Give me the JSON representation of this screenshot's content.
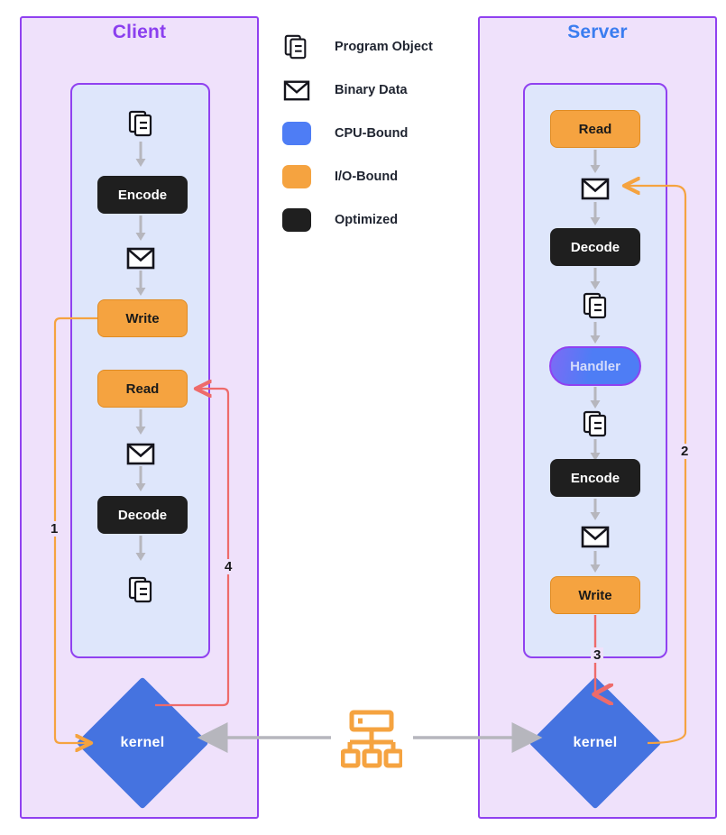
{
  "lanes": {
    "client": {
      "title": "Client",
      "title_color": "#8B3FEF",
      "kernel_label": "kernel",
      "nodes": [
        {
          "id": "c-obj-in",
          "kind": "icon",
          "icon": "program-object-icon",
          "label": ""
        },
        {
          "id": "c-encode",
          "kind": "dark",
          "label": "Encode"
        },
        {
          "id": "c-bin-1",
          "kind": "icon",
          "icon": "binary-data-icon",
          "label": ""
        },
        {
          "id": "c-write",
          "kind": "io",
          "label": "Write"
        },
        {
          "id": "c-read",
          "kind": "io",
          "label": "Read"
        },
        {
          "id": "c-bin-2",
          "kind": "icon",
          "icon": "binary-data-icon",
          "label": ""
        },
        {
          "id": "c-decode",
          "kind": "dark",
          "label": "Decode"
        },
        {
          "id": "c-obj-out",
          "kind": "icon",
          "icon": "program-object-icon",
          "label": ""
        }
      ]
    },
    "server": {
      "title": "Server",
      "title_color": "#3B7DF0",
      "kernel_label": "kernel",
      "nodes": [
        {
          "id": "s-read",
          "kind": "io",
          "label": "Read"
        },
        {
          "id": "s-bin-1",
          "kind": "icon",
          "icon": "binary-data-icon",
          "label": ""
        },
        {
          "id": "s-decode",
          "kind": "dark",
          "label": "Decode"
        },
        {
          "id": "s-obj-1",
          "kind": "icon",
          "icon": "program-object-icon",
          "label": ""
        },
        {
          "id": "s-handler",
          "kind": "cpu",
          "label": "Handler"
        },
        {
          "id": "s-obj-2",
          "kind": "icon",
          "icon": "program-object-icon",
          "label": ""
        },
        {
          "id": "s-encode",
          "kind": "dark",
          "label": "Encode"
        },
        {
          "id": "s-bin-2",
          "kind": "icon",
          "icon": "binary-data-icon",
          "label": ""
        },
        {
          "id": "s-write",
          "kind": "io",
          "label": "Write"
        }
      ]
    }
  },
  "legend": {
    "items": [
      {
        "icon": "program-object-icon",
        "kind": "glyph",
        "label": "Program Object",
        "color": "#1F1F1F"
      },
      {
        "icon": "binary-data-icon",
        "kind": "glyph",
        "label": "Binary Data",
        "color": "#1F1F1F"
      },
      {
        "icon": "cpu-swatch",
        "kind": "swatch",
        "label": "CPU-Bound",
        "color": "#4E7DF5"
      },
      {
        "icon": "io-swatch",
        "kind": "swatch",
        "label": "I/O-Bound",
        "color": "#F5A340"
      },
      {
        "icon": "optimized-swatch",
        "kind": "swatch",
        "label": "Optimized",
        "color": "#1F1F1F"
      }
    ]
  },
  "routes": [
    {
      "id": "route-1",
      "label": "1",
      "color": "#F5A340",
      "from": "c-write",
      "to": "client-kernel"
    },
    {
      "id": "route-2",
      "label": "2",
      "color": "#F5A340",
      "from": "server-kernel",
      "to": "s-bin-1"
    },
    {
      "id": "route-3",
      "label": "3",
      "color": "#EE6B6B",
      "from": "s-write",
      "to": "server-kernel"
    },
    {
      "id": "route-4",
      "label": "4",
      "color": "#EE6B6B",
      "from": "client-kernel",
      "to": "c-read"
    }
  ],
  "network": {
    "icon": "network-sitemap-icon",
    "color": "#F5A340",
    "link_color": "#B6B6BD"
  },
  "colors": {
    "lane_fill": "#EFE1FB",
    "lane_border": "#9041F0",
    "inner_fill": "#DEE6FB",
    "inner_border": "#9041F0",
    "io": "#F5A340",
    "cpu": "#4E7DF5",
    "optimized": "#1F1F1F",
    "kernel": "#4573E0",
    "arrow_grey": "#B6B6BD",
    "route_orange": "#F5A340",
    "route_red": "#EE6B6B"
  }
}
